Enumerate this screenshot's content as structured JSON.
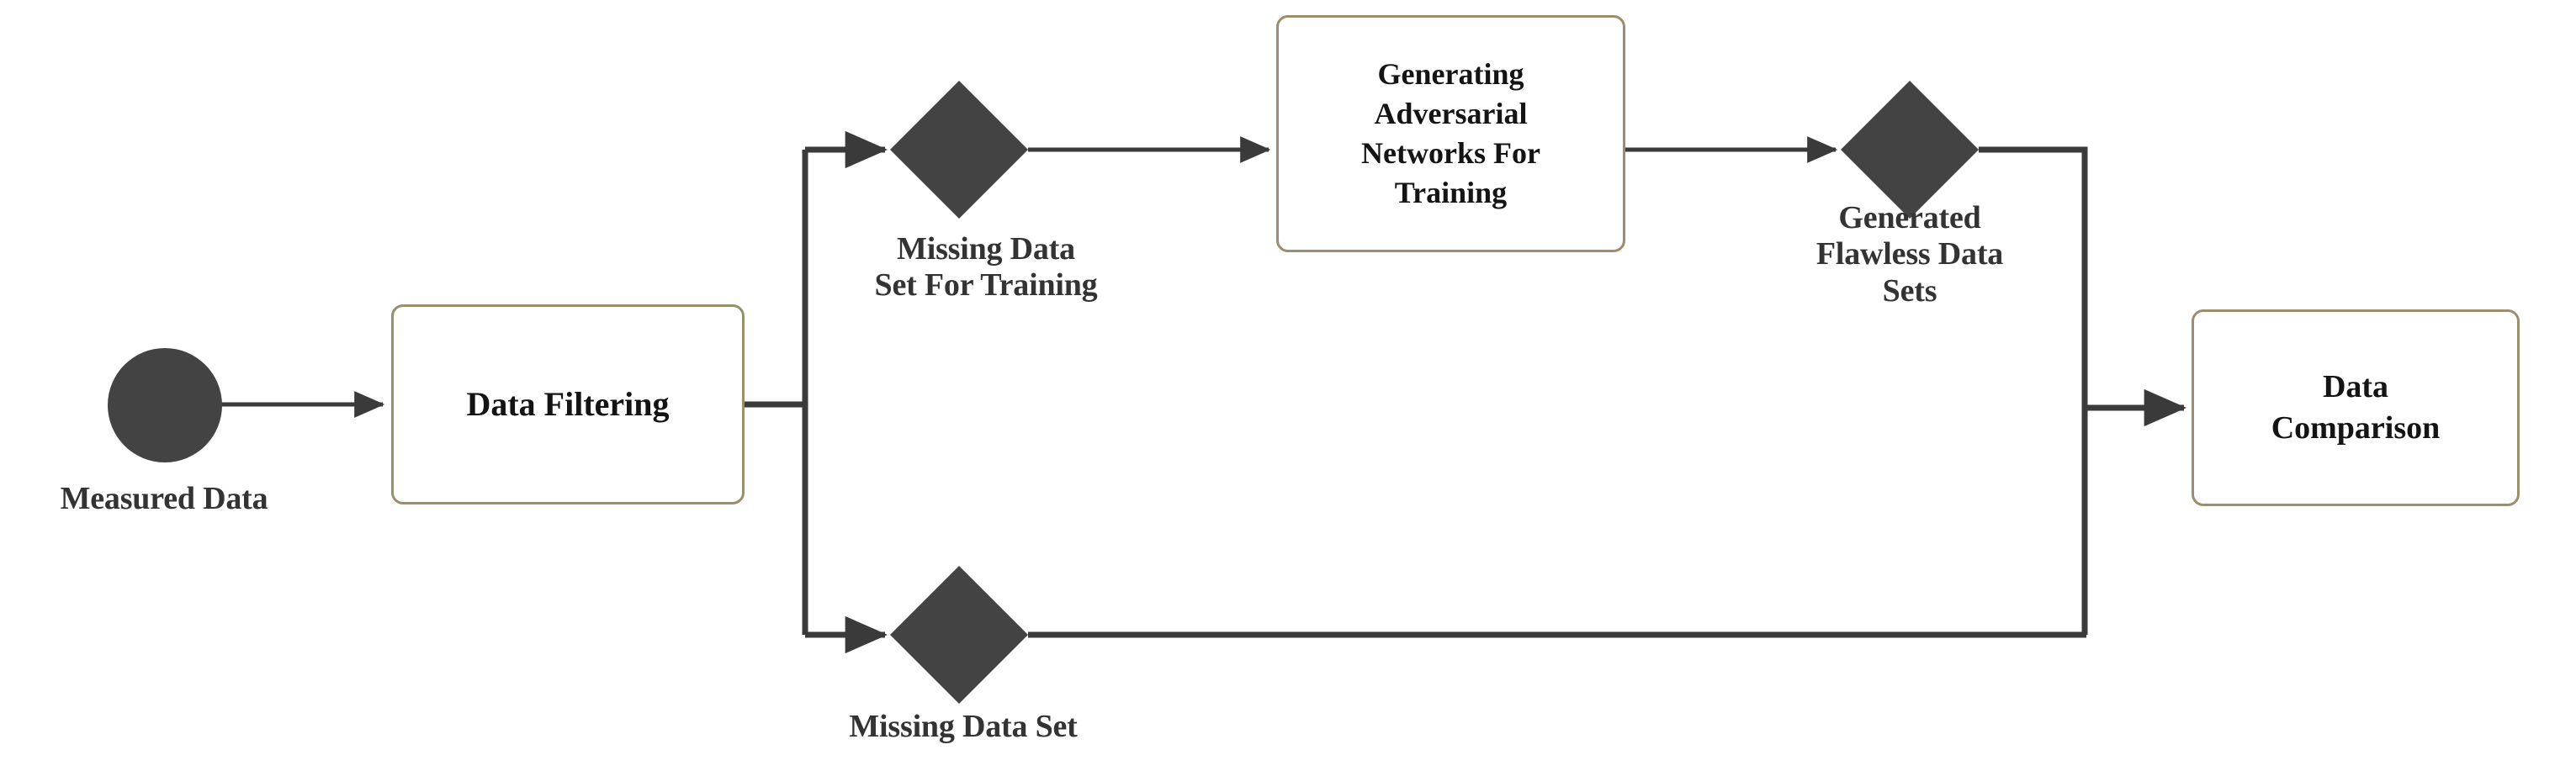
{
  "diagram": {
    "title": "GAN based missing data reconstruction flowchart",
    "colors": {
      "box_border": "#9a8e6d",
      "shape_fill": "#434343",
      "connector": "#3a3a3a",
      "label_text": "#333333",
      "box_text": "#141414",
      "background": "#ffffff"
    },
    "nodes": {
      "measured_data": {
        "label": "Measured Data",
        "shape": "circle"
      },
      "data_filtering": {
        "label": "Data Filtering",
        "shape": "process-box"
      },
      "missing_data_set_for_training": {
        "label": "Missing Data\nSet For Training",
        "shape": "diamond"
      },
      "gan_training": {
        "label": "Generating\nAdversarial\nNetworks For\nTraining",
        "shape": "process-box"
      },
      "generated_flawless_data_sets": {
        "label": "Generated\nFlawless Data\nSets",
        "shape": "diamond"
      },
      "missing_data_set": {
        "label": "Missing Data Set",
        "shape": "diamond"
      },
      "data_comparison": {
        "label": "Data\nComparison",
        "shape": "process-box"
      }
    },
    "edges": [
      {
        "name": "measured-data-to-data-filtering",
        "from": "measured_data",
        "to": "data_filtering",
        "arrow": true
      },
      {
        "name": "data-filtering-to-split",
        "from": "data_filtering",
        "to": "split_junction",
        "arrow": false
      },
      {
        "name": "split-to-missing-data-set-for-training",
        "from": "split_junction",
        "to": "missing_data_set_for_training",
        "arrow": true
      },
      {
        "name": "missing-training-to-gan",
        "from": "missing_data_set_for_training",
        "to": "gan_training",
        "arrow": true
      },
      {
        "name": "gan-to-generated-flawless",
        "from": "gan_training",
        "to": "generated_flawless_data_sets",
        "arrow": true
      },
      {
        "name": "generated-flawless-to-merge",
        "from": "generated_flawless_data_sets",
        "to": "merge_junction",
        "arrow": false
      },
      {
        "name": "split-to-missing-data-set",
        "from": "split_junction",
        "to": "missing_data_set",
        "arrow": true
      },
      {
        "name": "missing-data-set-to-merge",
        "from": "missing_data_set",
        "to": "merge_junction",
        "arrow": false
      },
      {
        "name": "merge-to-data-comparison",
        "from": "merge_junction",
        "to": "data_comparison",
        "arrow": true
      }
    ]
  }
}
